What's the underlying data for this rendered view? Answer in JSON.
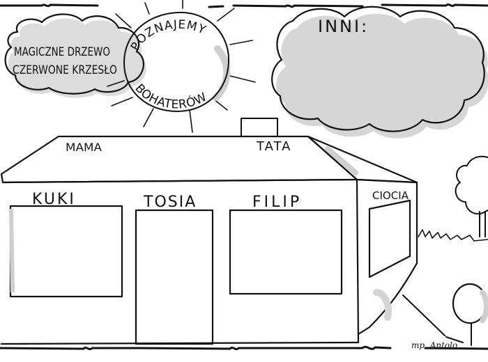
{
  "story_title": {
    "line1": "MAGICZNE DRZEWO",
    "line2": "CZERWONE KRZESŁO"
  },
  "sun": {
    "top_text": "POZNAJEMY",
    "bottom_text": "BOHATERÓW"
  },
  "others_cloud": {
    "label": "INNI:"
  },
  "roof": {
    "left_label": "MAMA",
    "right_label": "TATA"
  },
  "characters": [
    {
      "label": "KUKI"
    },
    {
      "label": "TOSIA"
    },
    {
      "label": "FILIP"
    },
    {
      "label": "CIOCIA"
    }
  ],
  "signature": "mp. Antolo",
  "colors": {
    "ink": "#111111",
    "shade": "#c8c8c8",
    "background": "#ffffff"
  }
}
